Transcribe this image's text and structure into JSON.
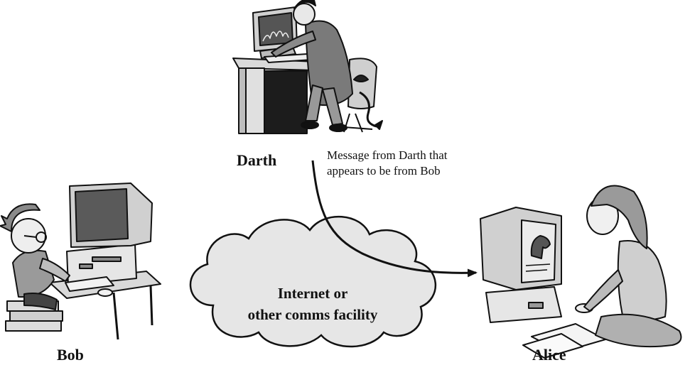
{
  "parties": {
    "darth": "Darth",
    "bob": "Bob",
    "alice": "Alice"
  },
  "message_label": "Message from Darth that appears to be from Bob",
  "network": {
    "line1": "Internet or",
    "line2": "other comms facility"
  },
  "colors": {
    "line": "#111111",
    "cloud_fill": "#e6e6e6",
    "figure_fill": "#cfcfcf",
    "screen_fill": "#5a5a5a"
  }
}
